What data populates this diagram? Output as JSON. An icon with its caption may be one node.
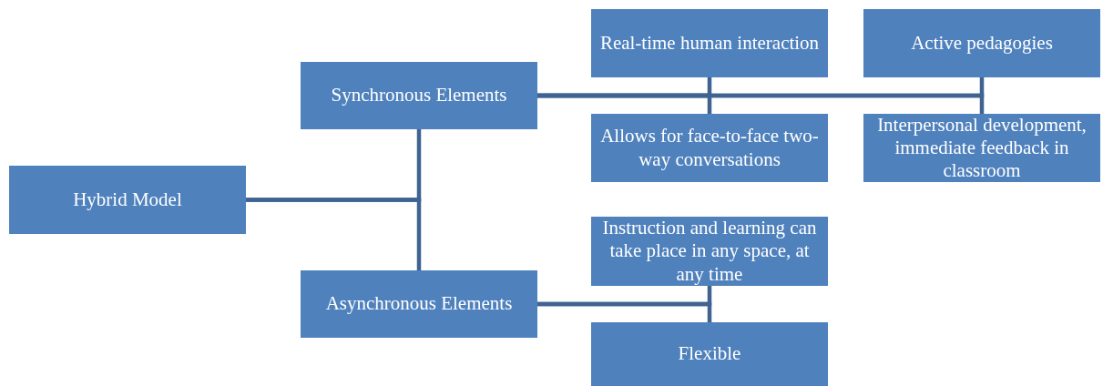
{
  "diagram": {
    "nodes": [
      {
        "text": [
          "Hybrid Model"
        ]
      },
      {
        "text": [
          "Synchronous Elements"
        ]
      },
      {
        "text": [
          "Asynchronous Elements"
        ]
      },
      {
        "text": [
          "Real-time human interaction"
        ]
      },
      {
        "text": [
          "Allows for face-to-face two-way conversations"
        ]
      },
      {
        "text": [
          "Active pedagogies"
        ]
      },
      {
        "text": [
          "Interpersonal development, immediate feedback in classroom"
        ]
      },
      {
        "text": [
          "Instruction and learning can take place in any space, at any time"
        ]
      },
      {
        "text": [
          "Flexible"
        ]
      }
    ],
    "edges": [
      {
        "from": 0,
        "to": 1,
        "arrow": "none"
      },
      {
        "from": 0,
        "to": 2,
        "arrow": "none"
      },
      {
        "from": 1,
        "to": 3,
        "arrow": "none"
      },
      {
        "from": 1,
        "to": 4,
        "arrow": "none"
      },
      {
        "from": 1,
        "to": 5,
        "arrow": "none"
      },
      {
        "from": 1,
        "to": 6,
        "arrow": "none"
      },
      {
        "from": 2,
        "to": 7,
        "arrow": "none"
      },
      {
        "from": 2,
        "to": 8,
        "arrow": "none"
      }
    ]
  }
}
